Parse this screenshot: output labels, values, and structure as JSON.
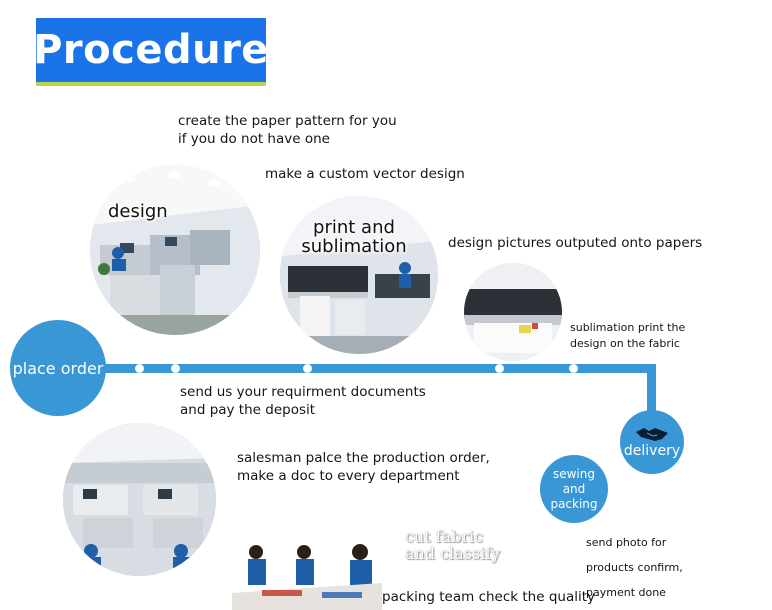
{
  "title": "Procedure",
  "steps": {
    "place_order": "place order",
    "delivery": "delivery",
    "sewing_packing": "sewing and packing"
  },
  "photos": {
    "design": "design",
    "print": "print and sublimation",
    "cut": "cut fabric and classify"
  },
  "notes": {
    "pattern_1": "create the paper pattern for you",
    "pattern_2": "if you do not have one",
    "vector": "make a custom vector design",
    "outputted": "design pictures outputed onto papers",
    "sublim_1": "sublimation print the",
    "sublim_2": "design on the fabric",
    "docs_1": "send us your requirment documents",
    "docs_2": "and pay the deposit",
    "salesman_1": "salesman palce the production order,",
    "salesman_2": "make a doc to every department",
    "quality": "packing team check the quality",
    "photo_1": "send photo for",
    "photo_2": "products confirm,",
    "photo_3": "payment done"
  },
  "colors": {
    "banner": "#1a73e8",
    "banner_underline": "#b9d64a",
    "accent": "#3a97d6"
  },
  "icons": [
    "handshake-icon"
  ]
}
